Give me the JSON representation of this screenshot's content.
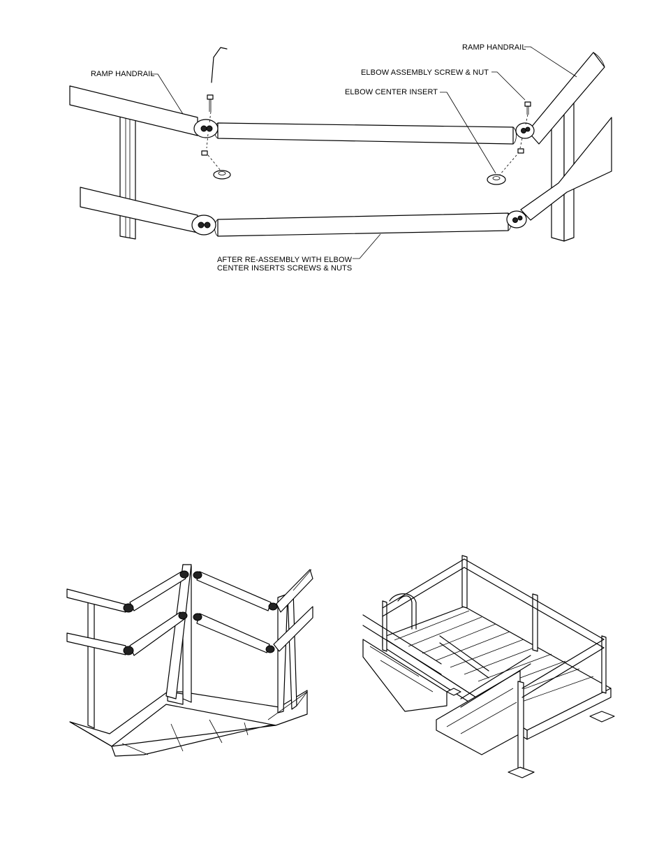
{
  "callouts": {
    "ramp_handrail_left": "RAMP HANDRAIL",
    "ramp_handrail_right": "RAMP HANDRAIL",
    "elbow_screw_nut": "ELBOW ASSEMBLY SCREW & NUT",
    "elbow_center_insert": "ELBOW CENTER INSERT",
    "after_reassembly_line1": "AFTER RE-ASSEMBLY WITH ELBOW",
    "after_reassembly_line2": "CENTER INSERTS SCREWS & NUTS"
  }
}
